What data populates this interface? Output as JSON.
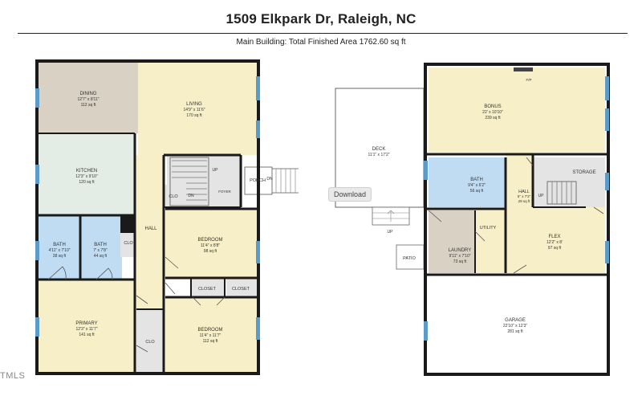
{
  "header": {
    "title": "1509 Elkpark Dr, Raleigh, NC",
    "subtitle": "Main Building: Total Finished Area 1762.60 sq ft"
  },
  "rooms": {
    "dining": {
      "name": "DINING",
      "dims": "12'7\" x 8'11\"",
      "area": "112 sq ft"
    },
    "living": {
      "name": "LIVING",
      "dims": "14'9\" x 11'6\"",
      "area": "170 sq ft"
    },
    "kitchen": {
      "name": "KITCHEN",
      "dims": "12'3\" x 9'10\"",
      "area": "120 sq ft"
    },
    "bath1": {
      "name": "BATH",
      "dims": "4'11\" x 7'10\"",
      "area": "38 sq ft"
    },
    "bath2": {
      "name": "BATH",
      "dims": "7' x 7'8\"",
      "area": "44 sq ft"
    },
    "bedroom1": {
      "name": "BEDROOM",
      "dims": "11'4\" x 8'8\"",
      "area": "98 sq ft"
    },
    "primary": {
      "name": "PRIMARY",
      "dims": "12'3\" x 11'7\"",
      "area": "141 sq ft"
    },
    "bedroom2": {
      "name": "BEDROOM",
      "dims": "11'4\" x 11'7\"",
      "area": "112 sq ft"
    },
    "deck": {
      "name": "DECK",
      "dims": "11'1\" x 17'2\""
    },
    "bonus": {
      "name": "BONUS",
      "dims": "22' x 10'10\"",
      "area": "239 sq ft"
    },
    "bath3": {
      "name": "BATH",
      "dims": "9'4\" x 6'2\"",
      "area": "56 sq ft"
    },
    "hall_lower": {
      "name": "HALL",
      "dims": "5'' x 7'2\"",
      "area": "29 sq ft"
    },
    "flex": {
      "name": "FLEX",
      "dims": "12'2\" x 8'",
      "area": "97 sq ft"
    },
    "laundry": {
      "name": "LAUNDRY",
      "dims": "9'11\" x 7'10\"",
      "area": "73 sq ft"
    },
    "garage": {
      "name": "GARAGE",
      "dims": "22'10\" x 12'3\"",
      "area": "281 sq ft"
    }
  },
  "labels": {
    "hall": "HALL",
    "clo": "CLO",
    "closet": "CLOSET",
    "foyer": "FOYER",
    "porch": "PORCH",
    "up": "UP",
    "dn": "DN",
    "utility": "UTILITY",
    "storage": "STORAGE",
    "patio": "PATIO",
    "fp": "F/P"
  },
  "ui": {
    "download_label": "Download",
    "mls_mark": "TMLS"
  },
  "colors": {
    "wall": "#1a1a1a",
    "dining": "#d9d1c3",
    "living": "#f7efc7",
    "kitchen": "#e3ede6",
    "bath": "#bfdcf2",
    "bedroom": "#f7efc7",
    "window": "#5a9bc9"
  }
}
